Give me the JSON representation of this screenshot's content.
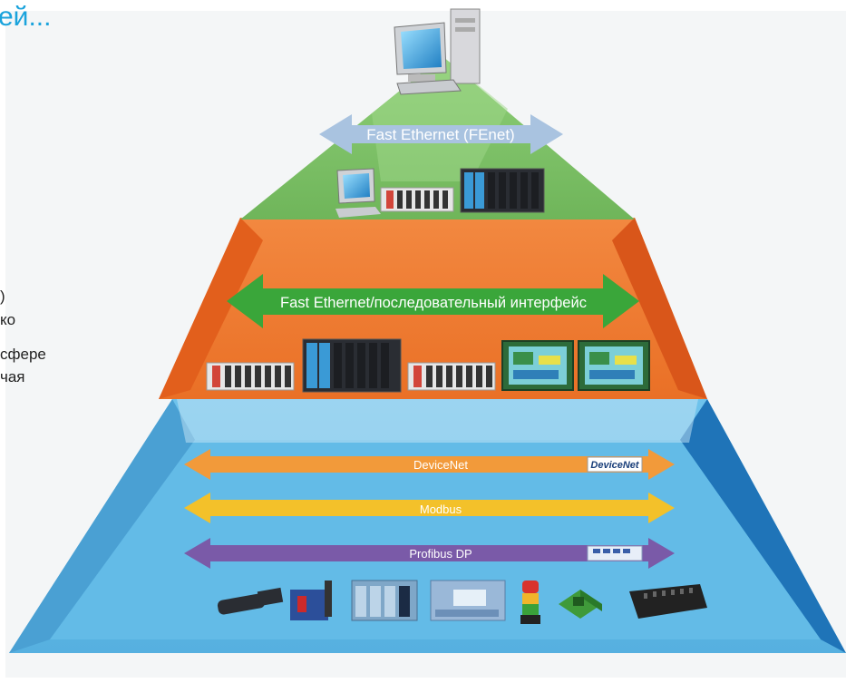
{
  "page": {
    "title": "ей...",
    "side_text": [
      ")",
      "ко",
      "сфере",
      "чая"
    ]
  },
  "colors": {
    "top_tier": "#8fcf78",
    "middle_tier": "#f07a2e",
    "bottom_tier": "#5fb8e6",
    "title": "#1aa3dc"
  },
  "tiers": {
    "top": {
      "arrow_label": "Fast Ethernet (FEnet)",
      "arrow_color": "#a9c3e0",
      "icons": [
        "computer-monitor-icon",
        "plc-rack-icon"
      ]
    },
    "middle": {
      "arrow_label": "Fast Ethernet/последовательный интерфейс",
      "arrow_color": "#3aa63a",
      "icons": [
        "plc-rack-icon",
        "hmi-panel-icon"
      ]
    },
    "bottom": {
      "buses": [
        {
          "label": "DeviceNet",
          "color": "#f29a3a",
          "logo": "DeviceNet"
        },
        {
          "label": "Modbus",
          "color": "#f3c12a"
        },
        {
          "label": "Profibus DP",
          "color": "#7a5aa8"
        }
      ],
      "devices": [
        "proximity-sensor-icon",
        "photoelectric-sensor-icon",
        "io-module-icon",
        "controller-module-icon",
        "signal-tower-icon",
        "limit-switch-icon",
        "terminal-block-icon"
      ]
    }
  }
}
